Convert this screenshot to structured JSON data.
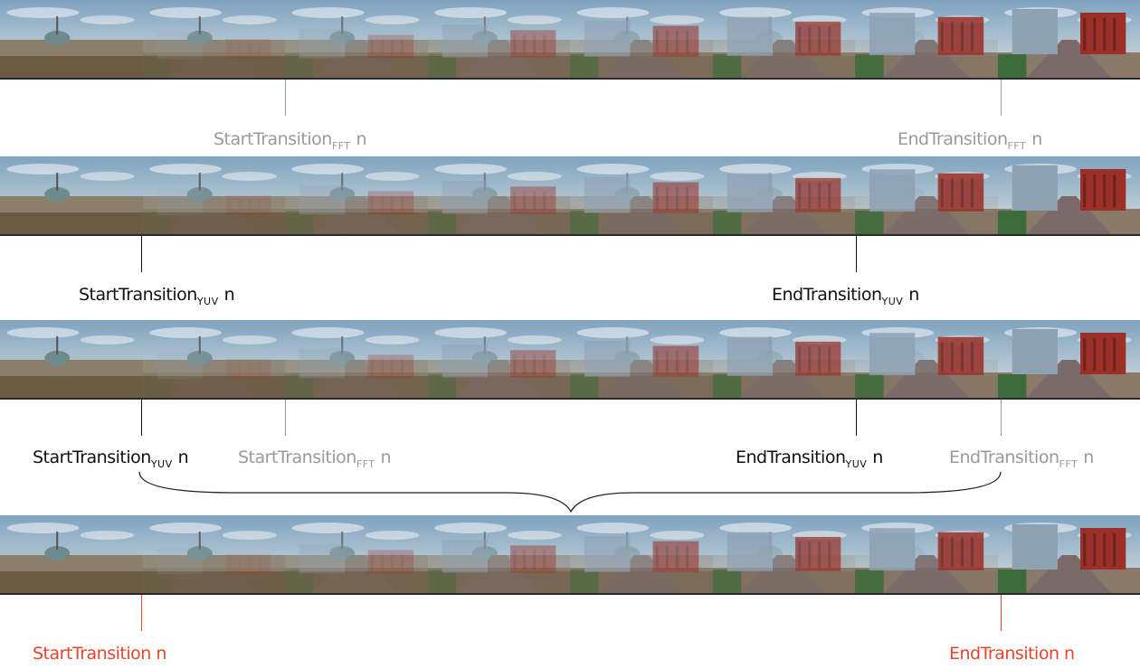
{
  "rows": [
    {
      "frames": [
        0,
        0.14,
        0.28,
        0.43,
        0.57,
        0.71,
        0.86,
        1.0
      ]
    },
    {
      "frames": [
        0,
        0.14,
        0.28,
        0.43,
        0.57,
        0.71,
        0.86,
        1.0
      ]
    },
    {
      "frames": [
        0,
        0.14,
        0.28,
        0.43,
        0.57,
        0.71,
        0.86,
        1.0
      ]
    },
    {
      "frames": [
        0,
        0.14,
        0.28,
        0.43,
        0.57,
        0.71,
        0.86,
        1.0
      ]
    }
  ],
  "labels": {
    "row1_start": {
      "main": "StartTransition",
      "sub": "FFT",
      "n": "n"
    },
    "row1_end": {
      "main": "EndTransition",
      "sub": "FFT",
      "n": "n"
    },
    "row2_start": {
      "main": "StartTransition",
      "sub": "YUV",
      "n": "n"
    },
    "row2_end": {
      "main": "EndTransition",
      "sub": "YUV",
      "n": "n"
    },
    "row3_start_yuv": {
      "main": "StartTransition",
      "sub": "YUV",
      "n": "n"
    },
    "row3_start_fft": {
      "main": "StartTransition",
      "sub": "FFT",
      "n": "n"
    },
    "row3_end_yuv": {
      "main": "EndTransition",
      "sub": "YUV",
      "n": "n"
    },
    "row3_end_fft": {
      "main": "EndTransition",
      "sub": "FFT",
      "n": "n"
    },
    "row4_start": {
      "main": "StartTransition n"
    },
    "row4_end": {
      "main": "EndTransition n"
    }
  },
  "colors": {
    "black": "#111111",
    "gray": "#9a9a9a",
    "red": "#e8442a"
  }
}
